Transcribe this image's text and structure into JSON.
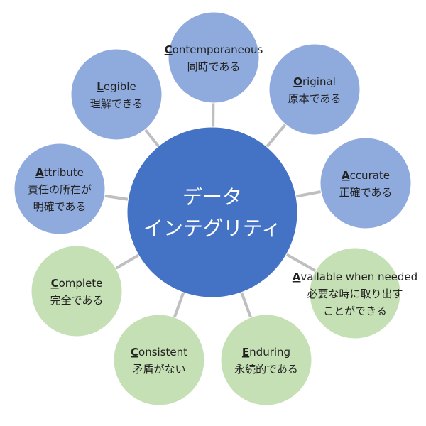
{
  "colors": {
    "center": "#4472c4",
    "blue_node": "#8faadc",
    "green_node": "#c5e0b4",
    "connector": "#bfbfbf"
  },
  "center": {
    "line1": "データ",
    "line2": "インテグリティ"
  },
  "nodes": [
    {
      "key": "contemporaneous",
      "initial": "C",
      "rest": "ontemporaneous",
      "ja": [
        "同時である"
      ],
      "group": "blue"
    },
    {
      "key": "original",
      "initial": "O",
      "rest": "riginal",
      "ja": [
        "原本である"
      ],
      "group": "blue"
    },
    {
      "key": "accurate",
      "initial": "A",
      "rest": "ccurate",
      "ja": [
        "正確である"
      ],
      "group": "blue"
    },
    {
      "key": "available",
      "initial": "A",
      "rest": "vailable when needed",
      "ja": [
        "必要な時に取り出す",
        "ことができる"
      ],
      "group": "green"
    },
    {
      "key": "enduring",
      "initial": "E",
      "rest": "nduring",
      "ja": [
        "永続的である"
      ],
      "group": "green"
    },
    {
      "key": "consistent",
      "initial": "C",
      "rest": "onsistent",
      "ja": [
        "矛盾がない"
      ],
      "group": "green"
    },
    {
      "key": "complete",
      "initial": "C",
      "rest": "omplete",
      "ja": [
        "完全である"
      ],
      "group": "green"
    },
    {
      "key": "attribute",
      "initial": "A",
      "rest": "ttribute",
      "ja": [
        "責任の所在が",
        "明確である"
      ],
      "group": "blue"
    },
    {
      "key": "legible",
      "initial": "L",
      "rest": "egible",
      "ja": [
        "理解できる"
      ],
      "group": "blue"
    }
  ]
}
